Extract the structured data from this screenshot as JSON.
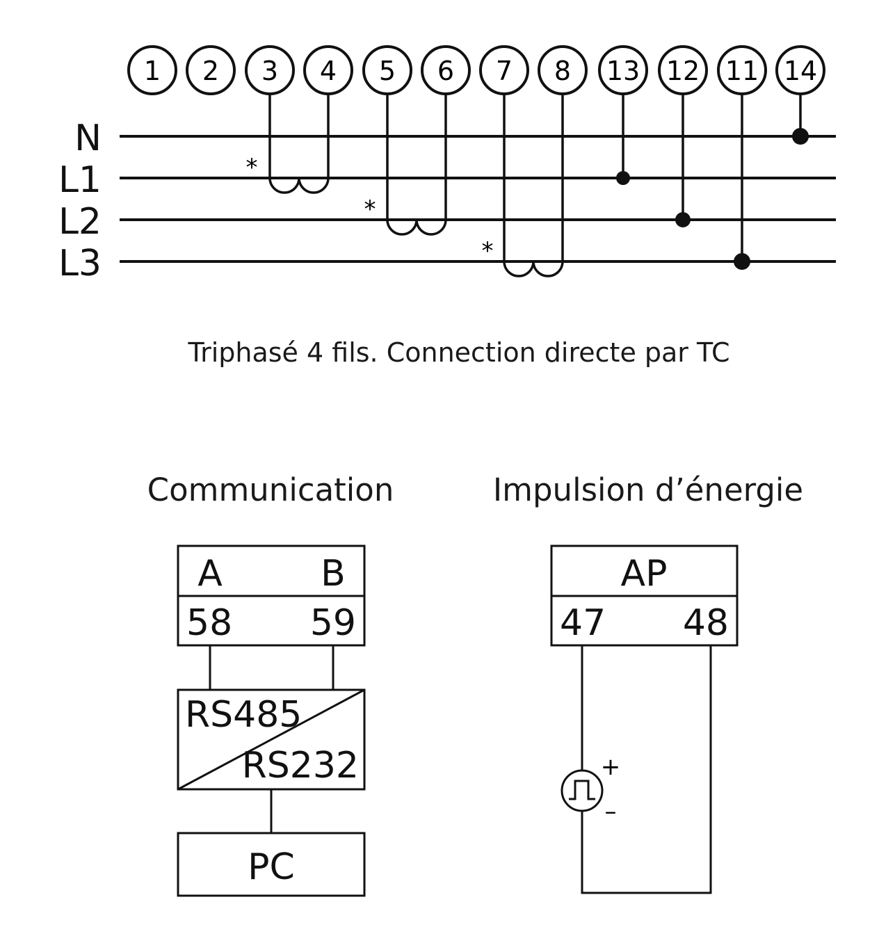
{
  "terminals": [
    "1",
    "2",
    "3",
    "4",
    "5",
    "6",
    "7",
    "8",
    "13",
    "12",
    "11",
    "14"
  ],
  "lines": [
    "N",
    "L1",
    "L2",
    "L3"
  ],
  "star_mark": "*",
  "caption": "Triphasé 4 fils. Connection directe par TC",
  "communication": {
    "title": "Communication",
    "a_label": "A",
    "b_label": "B",
    "a_terminal": "58",
    "b_terminal": "59",
    "converter_top": "RS485",
    "converter_bottom": "RS232",
    "pc": "PC"
  },
  "pulse": {
    "title": "Impulsion d’énergie",
    "label": "AP",
    "left_terminal": "47",
    "right_terminal": "48",
    "plus": "+",
    "minus": "–"
  }
}
